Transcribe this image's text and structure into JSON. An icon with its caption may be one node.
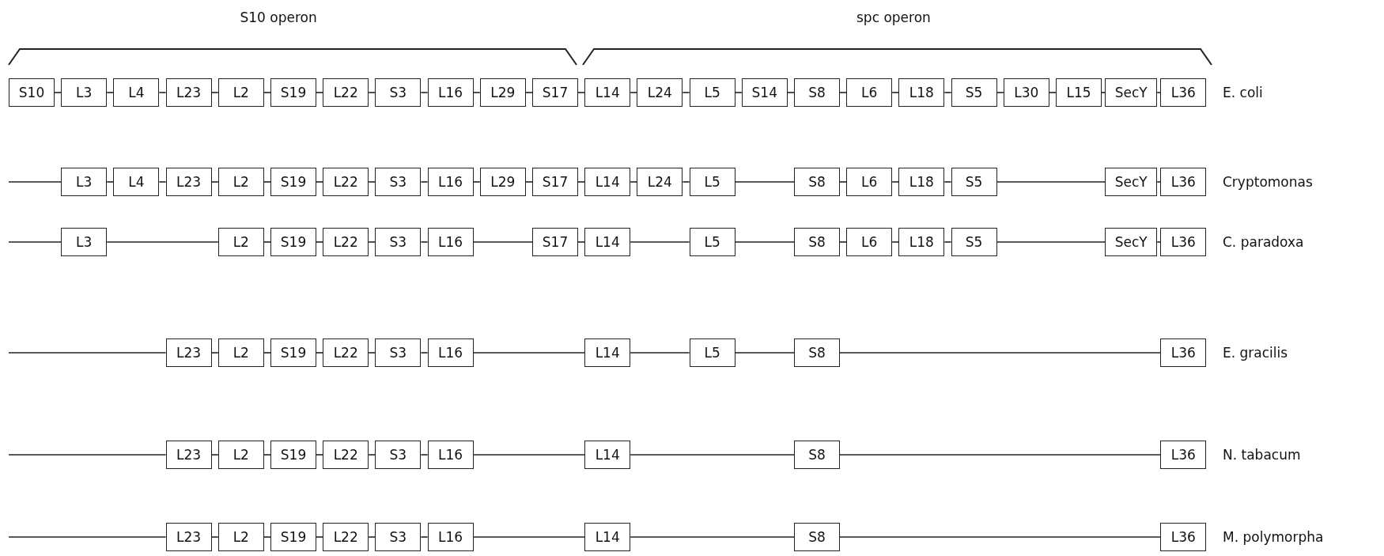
{
  "diagram": {
    "nodes": [
      {
        "text": [
          "S10"
        ]
      },
      {
        "text": [
          "L3"
        ]
      },
      {
        "text": [
          "L4"
        ]
      },
      {
        "text": [
          "L23"
        ]
      },
      {
        "text": [
          "L2"
        ]
      },
      {
        "text": [
          "S19"
        ]
      },
      {
        "text": [
          "L22"
        ]
      },
      {
        "text": [
          "S3"
        ]
      },
      {
        "text": [
          "L16"
        ]
      },
      {
        "text": [
          "L29"
        ]
      },
      {
        "text": [
          "S17"
        ]
      },
      {
        "text": [
          "L14"
        ]
      },
      {
        "text": [
          "L24"
        ]
      },
      {
        "text": [
          "L5"
        ]
      },
      {
        "text": [
          "S14"
        ]
      },
      {
        "text": [
          "S8"
        ]
      },
      {
        "text": [
          "L6"
        ]
      },
      {
        "text": [
          "L18"
        ]
      },
      {
        "text": [
          "S5"
        ]
      },
      {
        "text": [
          "L30"
        ]
      },
      {
        "text": [
          "L15"
        ]
      },
      {
        "text": [
          "SecY"
        ]
      },
      {
        "text": [
          "L36"
        ]
      },
      {
        "text": [
          "L3"
        ]
      },
      {
        "text": [
          "L4"
        ]
      },
      {
        "text": [
          "L23"
        ]
      },
      {
        "text": [
          "L2"
        ]
      },
      {
        "text": [
          "S19"
        ]
      },
      {
        "text": [
          "L22"
        ]
      },
      {
        "text": [
          "S3"
        ]
      },
      {
        "text": [
          "L16"
        ]
      },
      {
        "text": [
          "L29"
        ]
      },
      {
        "text": [
          "S17"
        ]
      },
      {
        "text": [
          "L14"
        ]
      },
      {
        "text": [
          "L24"
        ]
      },
      {
        "text": [
          "L5"
        ]
      },
      {
        "text": [
          "S8"
        ]
      },
      {
        "text": [
          "L6"
        ]
      },
      {
        "text": [
          "L18"
        ]
      },
      {
        "text": [
          "S5"
        ]
      },
      {
        "text": [
          "SecY"
        ]
      },
      {
        "text": [
          "L36"
        ]
      },
      {
        "text": [
          "L3"
        ]
      },
      {
        "text": [
          "L2"
        ]
      },
      {
        "text": [
          "S19"
        ]
      },
      {
        "text": [
          "L22"
        ]
      },
      {
        "text": [
          "S3"
        ]
      },
      {
        "text": [
          "L16"
        ]
      },
      {
        "text": [
          "S17"
        ]
      },
      {
        "text": [
          "L14"
        ]
      },
      {
        "text": [
          "L5"
        ]
      },
      {
        "text": [
          "S8"
        ]
      },
      {
        "text": [
          "L6"
        ]
      },
      {
        "text": [
          "L18"
        ]
      },
      {
        "text": [
          "S5"
        ]
      },
      {
        "text": [
          "SecY"
        ]
      },
      {
        "text": [
          "L36"
        ]
      },
      {
        "text": [
          "L23"
        ]
      },
      {
        "text": [
          "L2"
        ]
      },
      {
        "text": [
          "S19"
        ]
      },
      {
        "text": [
          "L22"
        ]
      },
      {
        "text": [
          "S3"
        ]
      },
      {
        "text": [
          "L16"
        ]
      },
      {
        "text": [
          "L14"
        ]
      },
      {
        "text": [
          "L5"
        ]
      },
      {
        "text": [
          "S8"
        ]
      },
      {
        "text": [
          "L36"
        ]
      },
      {
        "text": [
          "L23"
        ]
      },
      {
        "text": [
          "L2"
        ]
      },
      {
        "text": [
          "S19"
        ]
      },
      {
        "text": [
          "L22"
        ]
      },
      {
        "text": [
          "S3"
        ]
      },
      {
        "text": [
          "L16"
        ]
      },
      {
        "text": [
          "L14"
        ]
      },
      {
        "text": [
          "S8"
        ]
      },
      {
        "text": [
          "L36"
        ]
      },
      {
        "text": [
          "L23"
        ]
      },
      {
        "text": [
          "L2"
        ]
      },
      {
        "text": [
          "S19"
        ]
      },
      {
        "text": [
          "L22"
        ]
      },
      {
        "text": [
          "S3"
        ]
      },
      {
        "text": [
          "L16"
        ]
      },
      {
        "text": [
          "L14"
        ]
      },
      {
        "text": [
          "S8"
        ]
      },
      {
        "text": [
          "L36"
        ]
      }
    ],
    "edges": [
      {
        "from": 0,
        "to": 1,
        "arrow": "none"
      },
      {
        "from": 1,
        "to": 2,
        "arrow": "none"
      },
      {
        "from": 2,
        "to": 3,
        "arrow": "none"
      },
      {
        "from": 3,
        "to": 4,
        "arrow": "none"
      },
      {
        "from": 4,
        "to": 5,
        "arrow": "none"
      },
      {
        "from": 5,
        "to": 6,
        "arrow": "none"
      },
      {
        "from": 6,
        "to": 7,
        "arrow": "none"
      },
      {
        "from": 7,
        "to": 8,
        "arrow": "none"
      },
      {
        "from": 8,
        "to": 9,
        "arrow": "none"
      },
      {
        "from": 9,
        "to": 10,
        "arrow": "none"
      },
      {
        "from": 10,
        "to": 11,
        "arrow": "none"
      },
      {
        "from": 11,
        "to": 12,
        "arrow": "none"
      },
      {
        "from": 12,
        "to": 13,
        "arrow": "none"
      },
      {
        "from": 13,
        "to": 14,
        "arrow": "none"
      },
      {
        "from": 14,
        "to": 15,
        "arrow": "none"
      },
      {
        "from": 15,
        "to": 16,
        "arrow": "none"
      },
      {
        "from": 16,
        "to": 17,
        "arrow": "none"
      },
      {
        "from": 17,
        "to": 18,
        "arrow": "none"
      },
      {
        "from": 18,
        "to": 19,
        "arrow": "none"
      },
      {
        "from": 19,
        "to": 20,
        "arrow": "none"
      },
      {
        "from": 20,
        "to": 21,
        "arrow": "none"
      },
      {
        "from": 21,
        "to": 22,
        "arrow": "none"
      },
      {
        "from": null,
        "to": 23,
        "arrow": "none"
      },
      {
        "from": 23,
        "to": 24,
        "arrow": "none"
      },
      {
        "from": 24,
        "to": 25,
        "arrow": "none"
      },
      {
        "from": 25,
        "to": 26,
        "arrow": "none"
      },
      {
        "from": 26,
        "to": 27,
        "arrow": "none"
      },
      {
        "from": 27,
        "to": 28,
        "arrow": "none"
      },
      {
        "from": 28,
        "to": 29,
        "arrow": "none"
      },
      {
        "from": 29,
        "to": 30,
        "arrow": "none"
      },
      {
        "from": 30,
        "to": 31,
        "arrow": "none"
      },
      {
        "from": 31,
        "to": 32,
        "arrow": "none"
      },
      {
        "from": 32,
        "to": 33,
        "arrow": "none"
      },
      {
        "from": 33,
        "to": 34,
        "arrow": "none"
      },
      {
        "from": 34,
        "to": 35,
        "arrow": "none"
      },
      {
        "from": 35,
        "to": 36,
        "arrow": "none"
      },
      {
        "from": 36,
        "to": 37,
        "arrow": "none"
      },
      {
        "from": 37,
        "to": 38,
        "arrow": "none"
      },
      {
        "from": 38,
        "to": 39,
        "arrow": "none"
      },
      {
        "from": 39,
        "to": 40,
        "arrow": "none"
      },
      {
        "from": 40,
        "to": 41,
        "arrow": "none"
      },
      {
        "from": null,
        "to": 42,
        "arrow": "none"
      },
      {
        "from": 42,
        "to": 43,
        "arrow": "none"
      },
      {
        "from": 43,
        "to": 44,
        "arrow": "none"
      },
      {
        "from": 44,
        "to": 45,
        "arrow": "none"
      },
      {
        "from": 45,
        "to": 46,
        "arrow": "none"
      },
      {
        "from": 46,
        "to": 47,
        "arrow": "none"
      },
      {
        "from": 47,
        "to": 48,
        "arrow": "none"
      },
      {
        "from": 48,
        "to": 49,
        "arrow": "none"
      },
      {
        "from": 49,
        "to": 50,
        "arrow": "none"
      },
      {
        "from": 50,
        "to": 51,
        "arrow": "none"
      },
      {
        "from": 51,
        "to": 52,
        "arrow": "none"
      },
      {
        "from": 52,
        "to": 53,
        "arrow": "none"
      },
      {
        "from": 53,
        "to": 54,
        "arrow": "none"
      },
      {
        "from": 54,
        "to": 55,
        "arrow": "none"
      },
      {
        "from": 55,
        "to": 56,
        "arrow": "none"
      },
      {
        "from": null,
        "to": 57,
        "arrow": "none"
      },
      {
        "from": 57,
        "to": 58,
        "arrow": "none"
      },
      {
        "from": 58,
        "to": 59,
        "arrow": "none"
      },
      {
        "from": 59,
        "to": 60,
        "arrow": "none"
      },
      {
        "from": 60,
        "to": 61,
        "arrow": "none"
      },
      {
        "from": 61,
        "to": 62,
        "arrow": "none"
      },
      {
        "from": 62,
        "to": 63,
        "arrow": "none"
      },
      {
        "from": 63,
        "to": 64,
        "arrow": "none"
      },
      {
        "from": 64,
        "to": 65,
        "arrow": "none"
      },
      {
        "from": 65,
        "to": 66,
        "arrow": "none"
      },
      {
        "from": null,
        "to": 67,
        "arrow": "none"
      },
      {
        "from": 67,
        "to": 68,
        "arrow": "none"
      },
      {
        "from": 68,
        "to": 69,
        "arrow": "none"
      },
      {
        "from": 69,
        "to": 70,
        "arrow": "none"
      },
      {
        "from": 70,
        "to": 71,
        "arrow": "none"
      },
      {
        "from": 71,
        "to": 72,
        "arrow": "none"
      },
      {
        "from": 72,
        "to": 73,
        "arrow": "none"
      },
      {
        "from": 73,
        "to": 74,
        "arrow": "none"
      },
      {
        "from": 74,
        "to": 75,
        "arrow": "none"
      },
      {
        "from": null,
        "to": 76,
        "arrow": "none"
      },
      {
        "from": 76,
        "to": 77,
        "arrow": "none"
      },
      {
        "from": 77,
        "to": 78,
        "arrow": "none"
      },
      {
        "from": 78,
        "to": 79,
        "arrow": "none"
      },
      {
        "from": 79,
        "to": 80,
        "arrow": "none"
      },
      {
        "from": 80,
        "to": 81,
        "arrow": "none"
      },
      {
        "from": 81,
        "to": 82,
        "arrow": "none"
      },
      {
        "from": 82,
        "to": 83,
        "arrow": "none"
      },
      {
        "from": 83,
        "to": 84,
        "arrow": "none"
      }
    ],
    "labels": [
      "S10 operon",
      "spc operon",
      "E. coli",
      "Cryptomonas",
      "C. paradoxa",
      "E. gracilis",
      "N. tabacum",
      "M. polymorpha"
    ]
  }
}
